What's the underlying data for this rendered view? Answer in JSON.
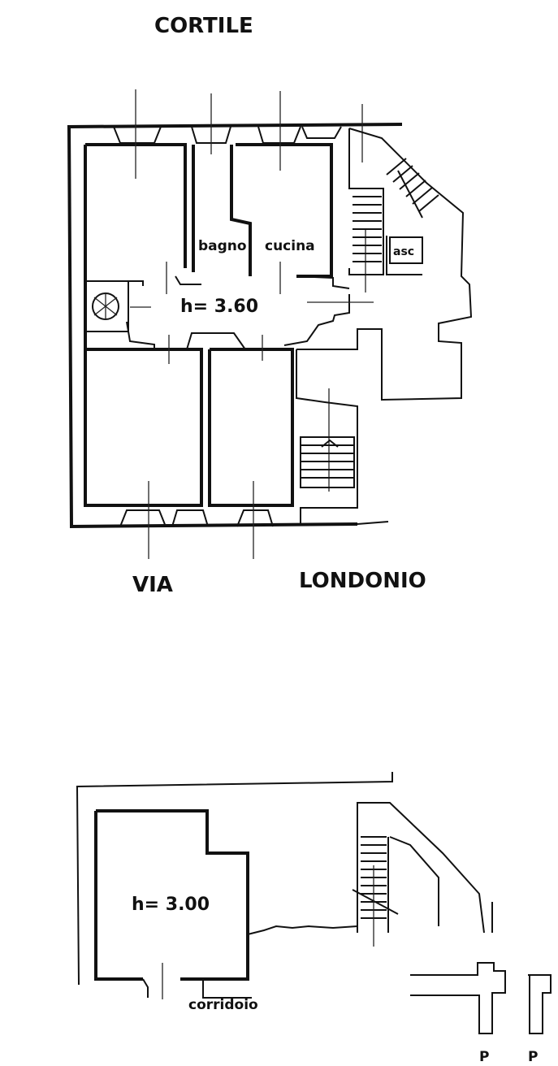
{
  "labels": {
    "courtyard": "CORTILE",
    "street_left": "VIA",
    "street_right": "LONDONIO",
    "bathroom": "bagno",
    "kitchen": "cucina",
    "elevator": "asc",
    "height_ground": "h= 3.60",
    "height_lower": "h= 3.00",
    "corridor": "corridoio",
    "partial_bottom_1": "P",
    "partial_bottom_2": "P"
  },
  "colors": {
    "ink": "#111111",
    "paper": "#ffffff"
  }
}
